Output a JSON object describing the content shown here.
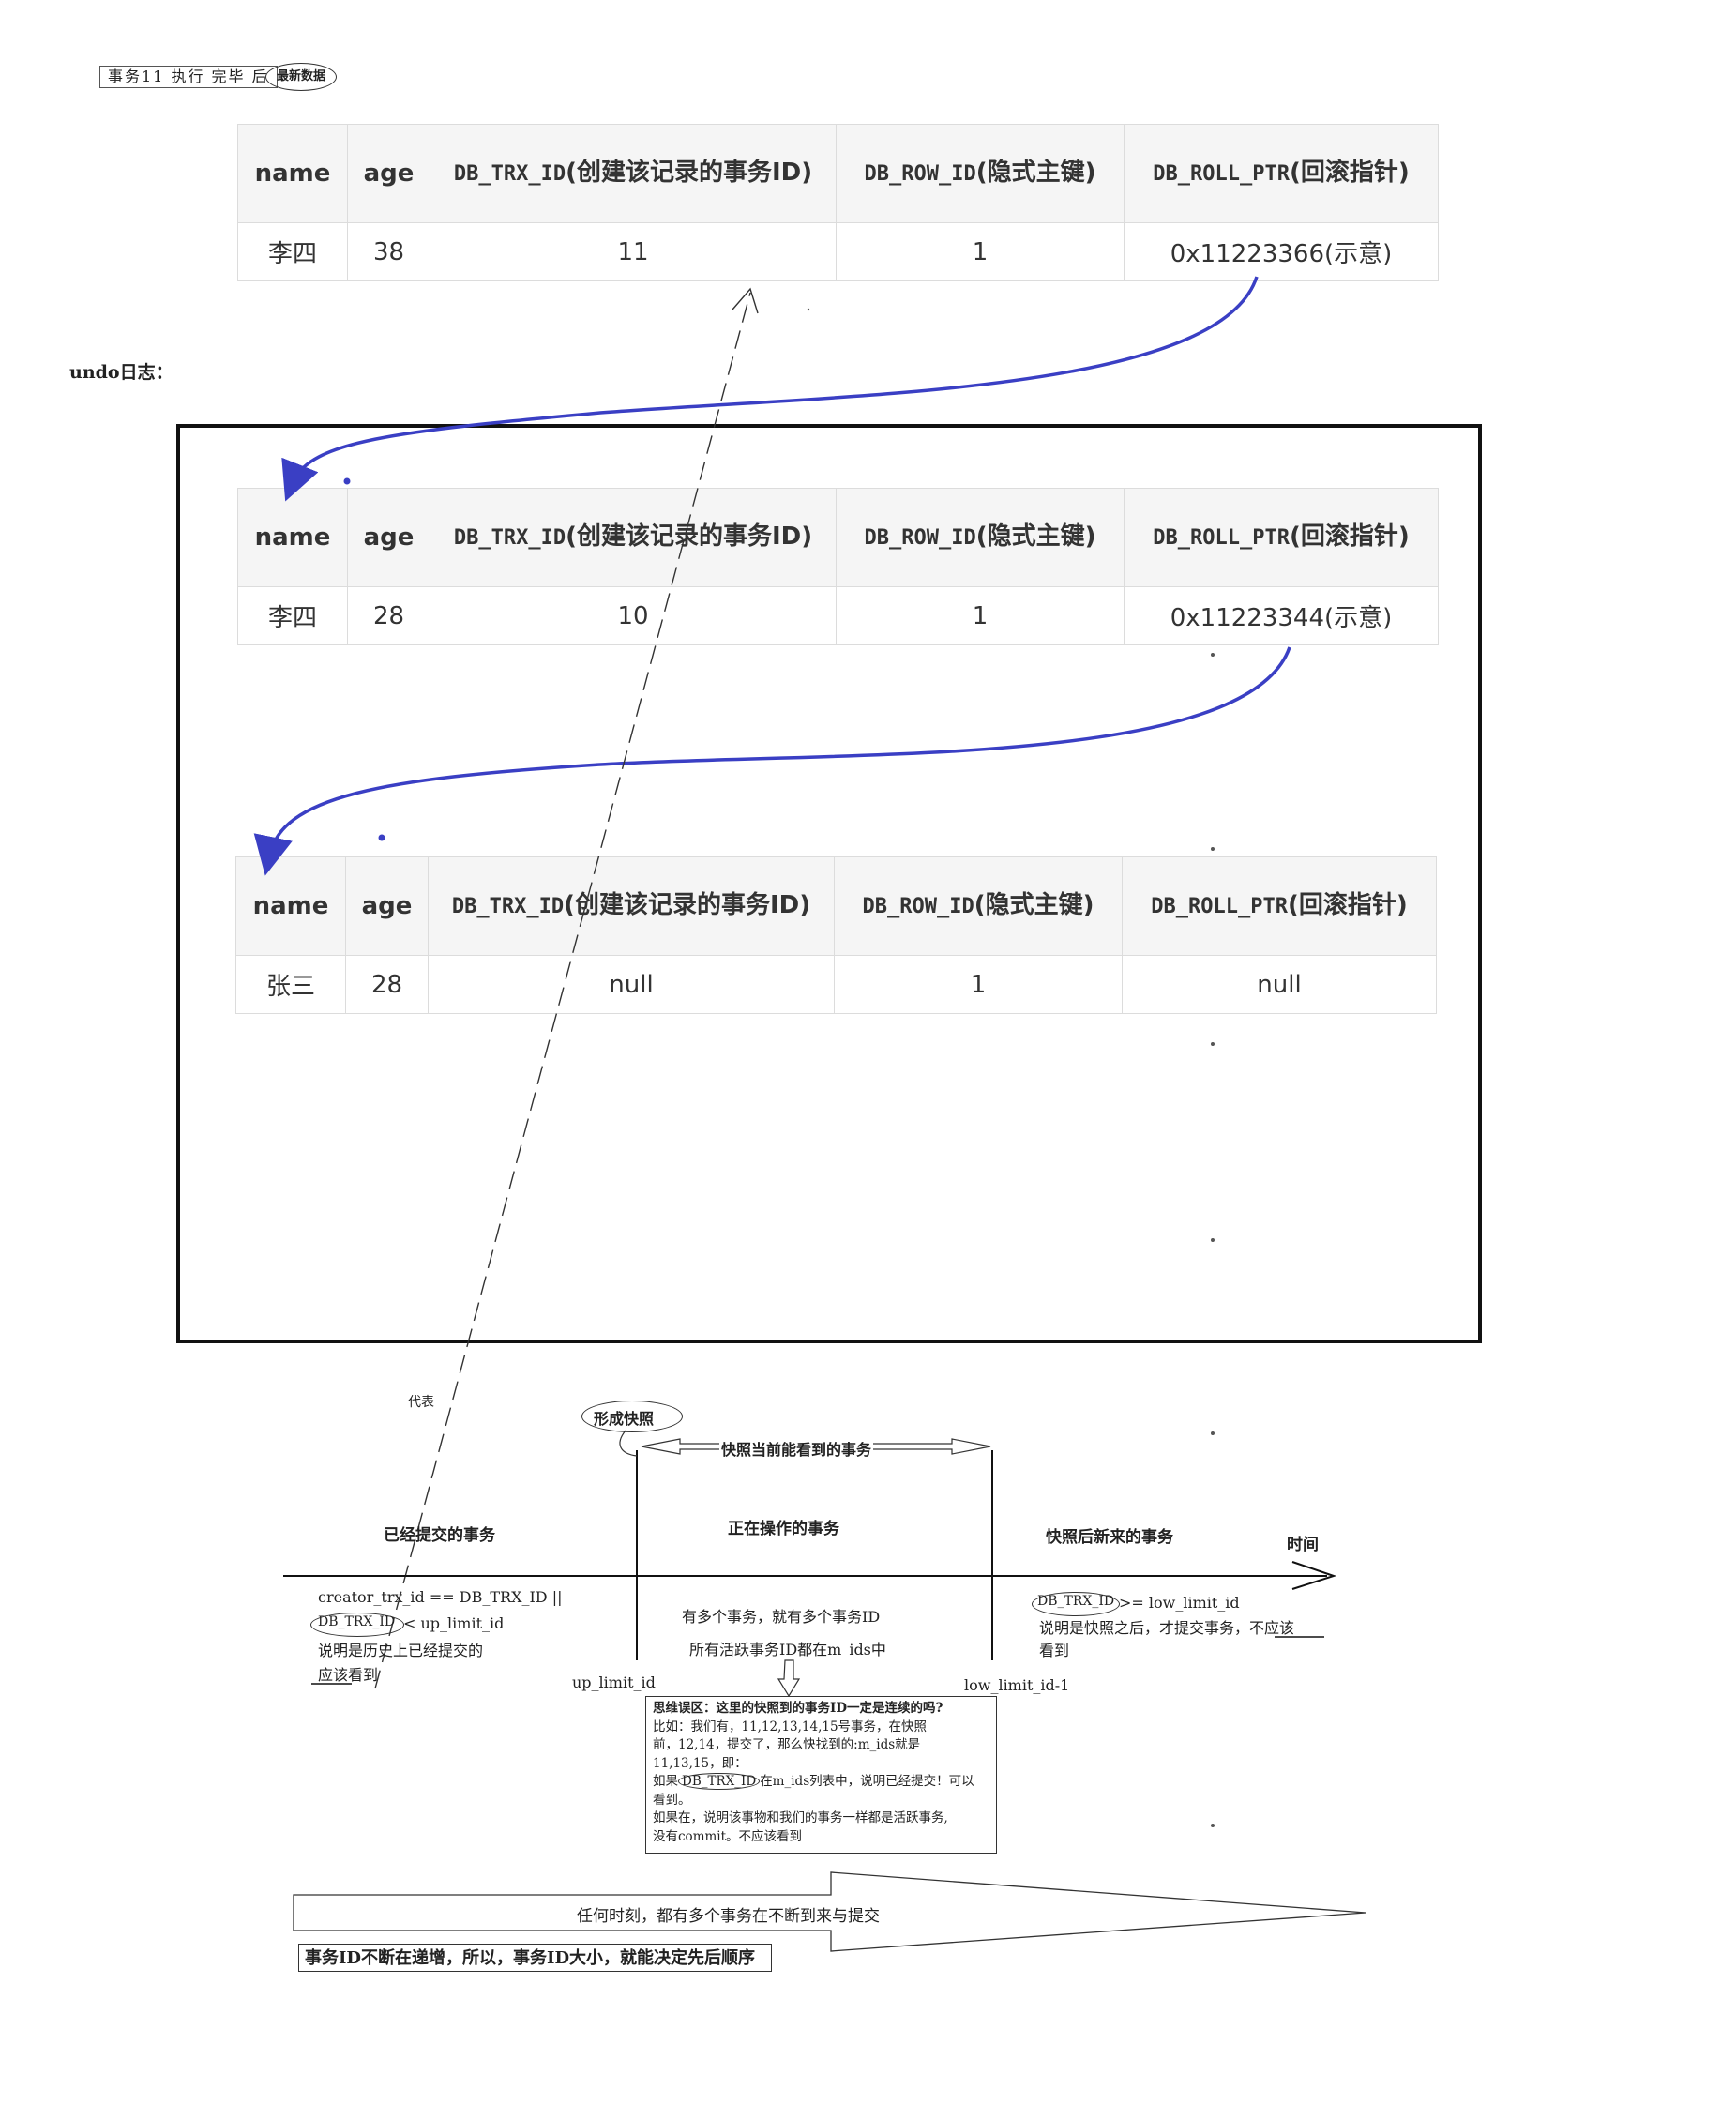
{
  "top_tag": {
    "label": "事务11 执行 完毕 后",
    "oval": "最新数据"
  },
  "table_headers": {
    "name": "name",
    "age": "age",
    "trx_code": "DB_TRX_ID",
    "trx_text": "(创建该记录的事务ID)",
    "row_code": "DB_ROW_ID",
    "row_text": "(隐式主键)",
    "roll_code": "DB_ROLL_PTR",
    "roll_text": "(回滚指针)"
  },
  "records": [
    {
      "name": "李四",
      "age": "38",
      "trx_id": "11",
      "row_id": "1",
      "roll_ptr": "0x11223366(示意)"
    },
    {
      "name": "李四",
      "age": "28",
      "trx_id": "10",
      "row_id": "1",
      "roll_ptr": "0x11223344(示意)"
    },
    {
      "name": "张三",
      "age": "28",
      "trx_id": "null",
      "row_id": "1",
      "roll_ptr": "null"
    }
  ],
  "undo_label": "undo日志：",
  "diagram": {
    "represent": "代表",
    "form_snapshot": "形成快照",
    "snapshot_visible": "快照当前能看到的事务",
    "committed_label": "已经提交的事务",
    "operating_label": "正在操作的事务",
    "new_label": "快照后新来的事务",
    "time_label": "时间",
    "left_line1": "creator_trx_id == DB_TRX_ID ||",
    "left_oval": "DB_TRX_ID",
    "left_line2_rest": "< up_limit_id",
    "left_line3": "说明是历史上已经提交的",
    "left_line4_u": "应该",
    "left_line4_rest": "看到",
    "mid_line1": "有多个事务，就有多个事务ID",
    "mid_line2": "所有活跃事务ID都在m_ids中",
    "right_oval": "DB_TRX_ID",
    "right_line1_rest": ">= low_limit_id",
    "right_line2_a": "说明是快照之后，才提交事务，",
    "right_line2_u": "不应该",
    "right_line3": "看到",
    "up_limit": "up_limit_id",
    "low_limit": "low_limit_id-1",
    "note": {
      "line1": "思维误区：这里的快照到的事务ID一定是连续的吗?",
      "line2": "比如：我们有，11,12,13,14,15号事务，在快照",
      "line3": "前，12,14，提交了，那么快找到的:m_ids就是",
      "line4": "11,13,15，即：",
      "line5_a": "如果",
      "line5_oval": "DB_TRX_ID",
      "line5_b": "在m_ids列表中，说明已经提交！可以",
      "line6": "看到。",
      "line7": "如果在，说明该事物和我们的事务一样都是活跃事务,",
      "line8": "没有commit。不应该看到"
    },
    "big_arrow_text": "任何时刻，都有多个事务在不断到来与提交",
    "bottom_note": "事务ID不断在递增，所以，事务ID大小，就能决定先后顺序"
  },
  "colors": {
    "pointer_arrow": "#3a3fc4",
    "table_border": "#dcdcdc",
    "header_bg": "#f5f5f5"
  }
}
